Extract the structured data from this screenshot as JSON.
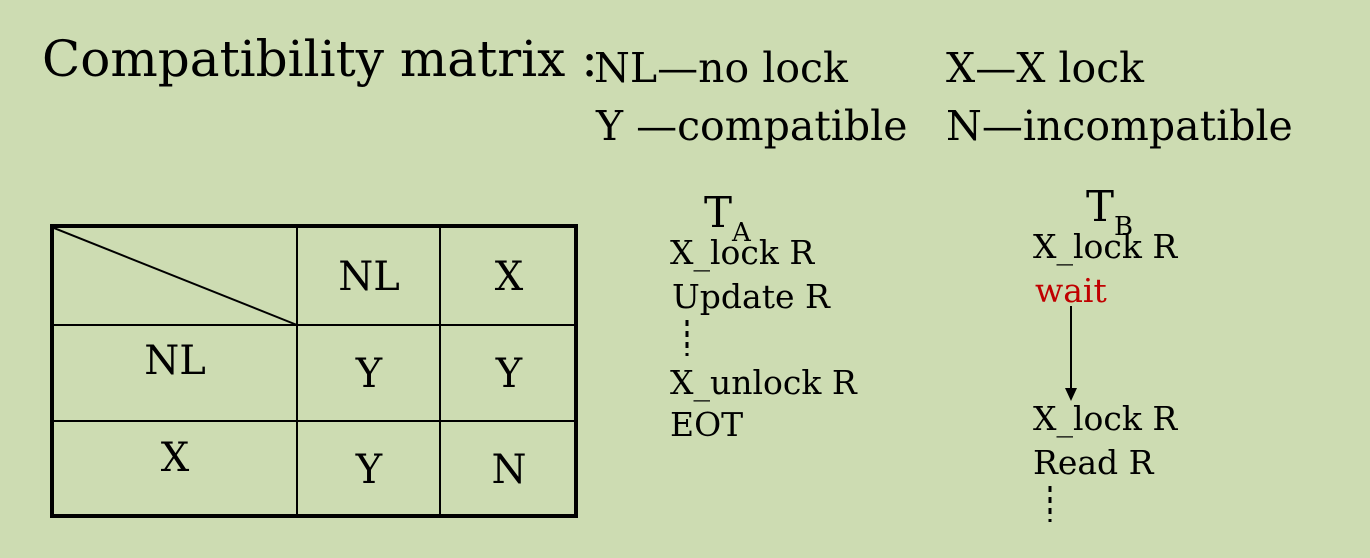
{
  "title": "Compatibility matrix :",
  "legend": {
    "nl": "NL—no lock",
    "x": "X—X lock",
    "y": "Y —compatible",
    "n": "N—incompatible"
  },
  "matrix": {
    "col_headers": [
      "NL",
      "X"
    ],
    "rows": [
      {
        "header": "NL",
        "cells": [
          "Y",
          "Y"
        ]
      },
      {
        "header": "X",
        "cells": [
          "Y",
          "N"
        ]
      }
    ]
  },
  "transaction_a": {
    "name": "T",
    "subscript": "A",
    "steps": [
      "X_lock R",
      "Update R",
      "X_unlock R",
      "EOT"
    ]
  },
  "transaction_b": {
    "name": "T",
    "subscript": "B",
    "steps": [
      "X_lock R",
      "wait",
      "X_lock R",
      "Read R"
    ]
  },
  "colors": {
    "background": "#cddcb2",
    "wait": "#c00000"
  }
}
